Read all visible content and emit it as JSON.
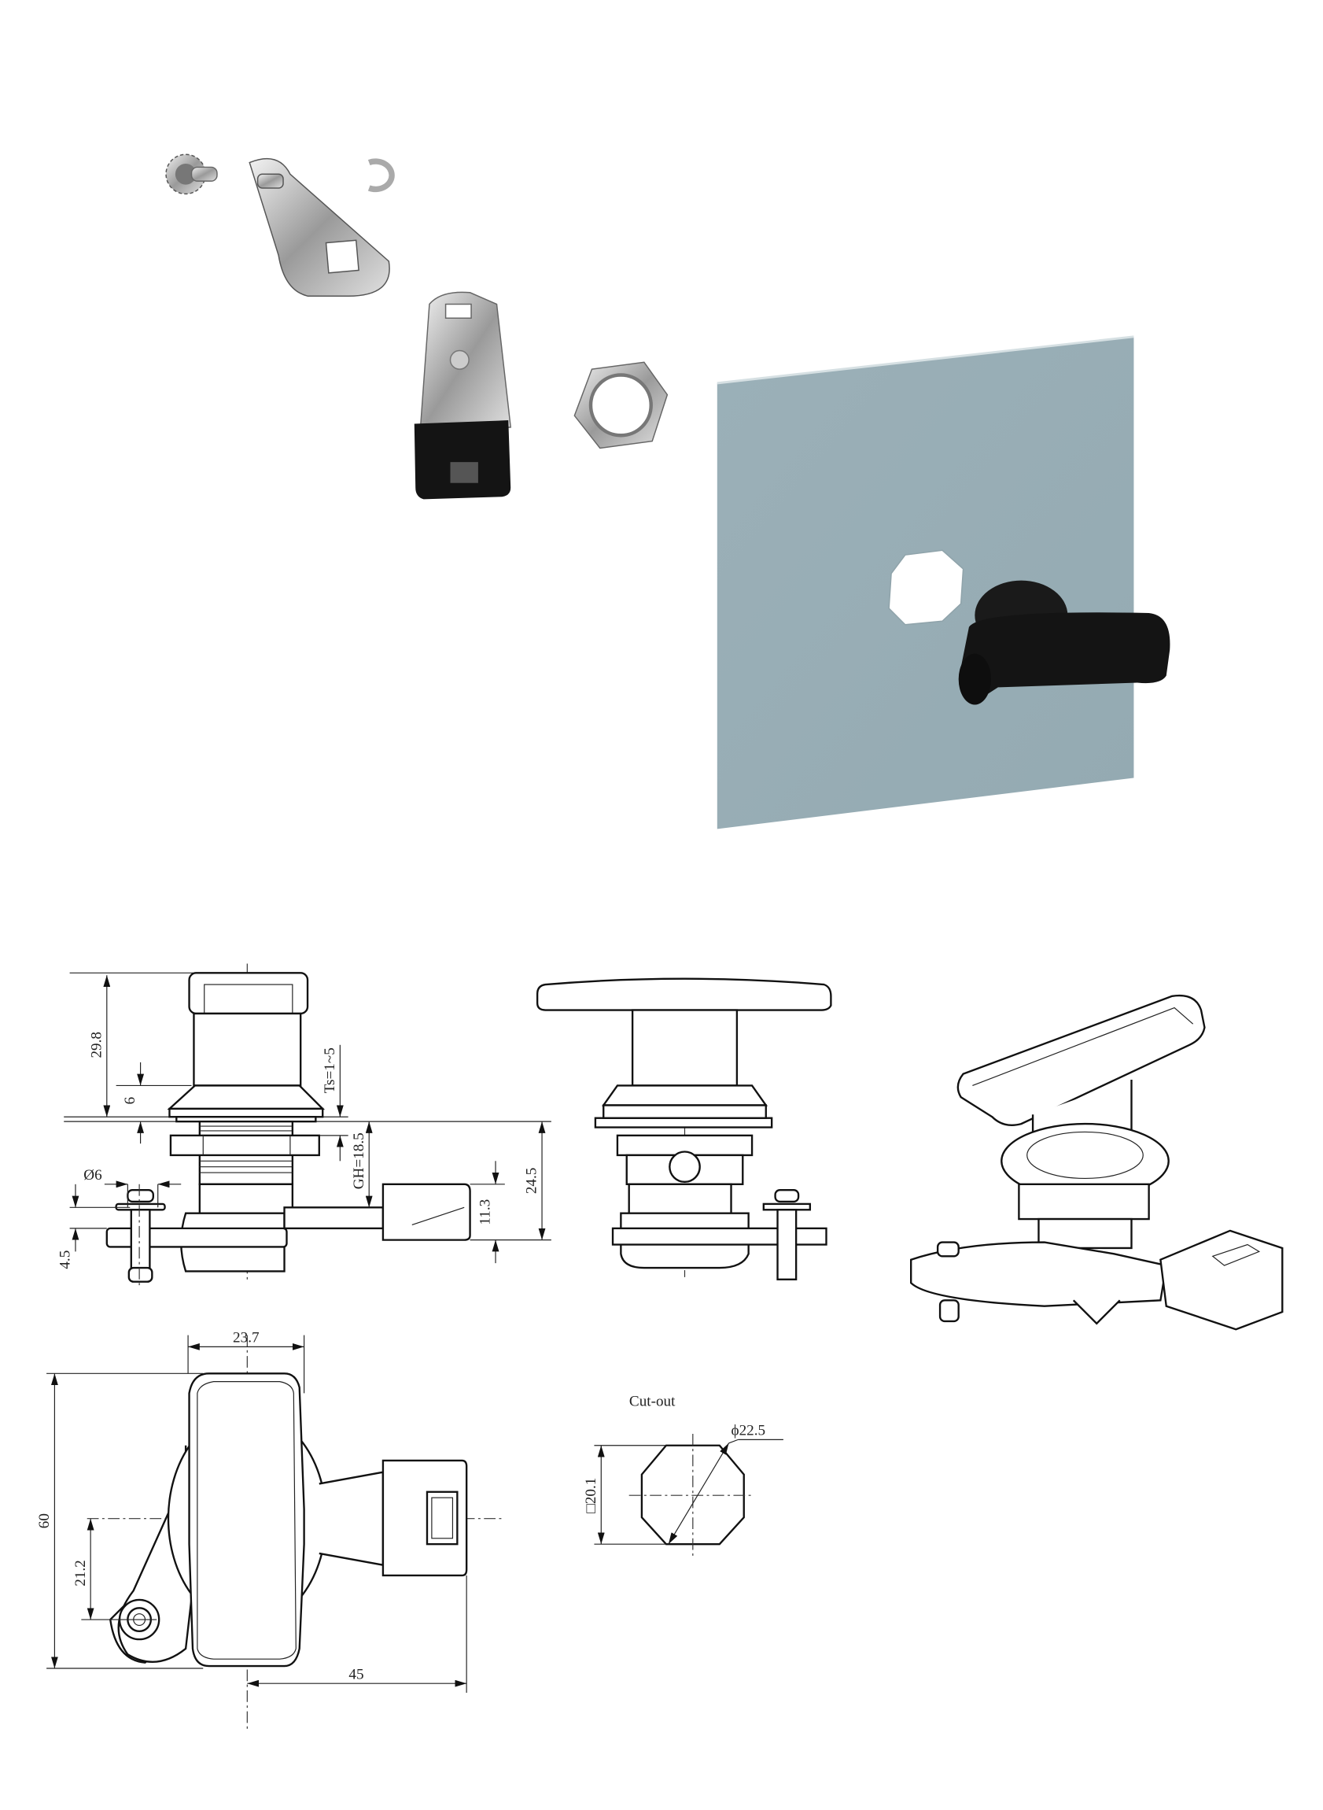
{
  "colors": {
    "panel": "#98adb5",
    "panel_edge": "#c9d6da",
    "handle": "#151515",
    "metal": "#b8b8b8",
    "line": "#111111"
  },
  "front_view": {
    "dims": {
      "overall_height": "29.8",
      "bezel": "6",
      "thickness": "Ts=1~5",
      "grip": "GH=18.5",
      "total_depth": "24.5",
      "latch": "11.3",
      "pin_dia": "Ø6",
      "pin_offset": "4.5"
    }
  },
  "top_view": {
    "dims": {
      "handle_width": "23.7",
      "height": "60",
      "pin_offset": "21.2",
      "reach": "45"
    }
  },
  "cutout": {
    "label": "Cut-out",
    "dims": {
      "diameter": "ϕ22.5",
      "square": "□20.1"
    }
  }
}
